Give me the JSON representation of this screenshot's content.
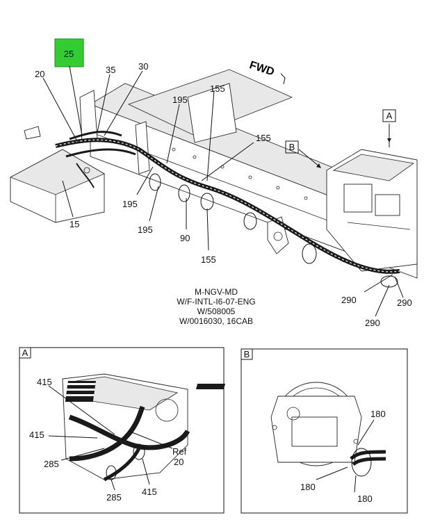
{
  "main_view": {
    "fwd_label": "FWD",
    "highlighted_callout": "25",
    "highlight_color": "#33cc33",
    "callouts": [
      "20",
      "35",
      "30",
      "155",
      "195",
      "155",
      "195",
      "195",
      "90",
      "155",
      "15",
      "290",
      "290",
      "290"
    ],
    "view_refs": [
      "A",
      "B"
    ],
    "notes": [
      "M-NGV-MD",
      "W/F-INTL-I6-07-ENG",
      "W/508005",
      "W/0016030, 16CAB"
    ]
  },
  "detail_a": {
    "tag": "A",
    "callouts": [
      "415",
      "415",
      "285",
      "285",
      "415"
    ],
    "ref_label": "Ref",
    "ref_number": "20"
  },
  "detail_b": {
    "tag": "B",
    "callouts": [
      "180",
      "180",
      "180"
    ]
  }
}
